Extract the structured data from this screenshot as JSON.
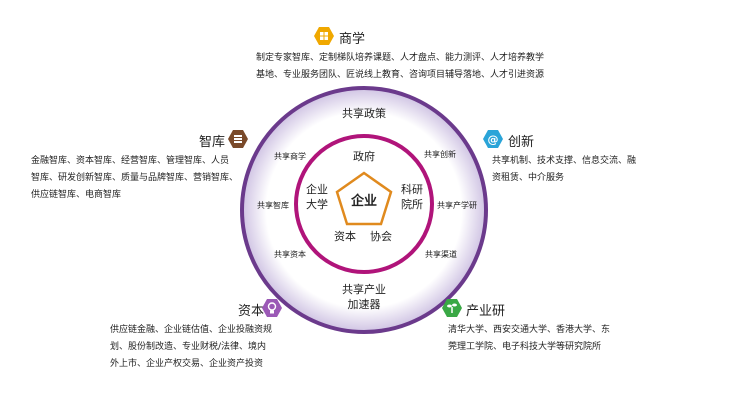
{
  "center": {
    "core": "企业",
    "inner": {
      "top": "政府",
      "left": [
        "企业",
        "大学"
      ],
      "right": [
        "科研",
        "院所"
      ],
      "bottom_left": "资本",
      "bottom_right": "协会"
    },
    "middle_ring": {
      "top": "共享商学",
      "left": "共享智库",
      "bottom_left": "共享资本",
      "top_right": "共享创新",
      "right": "共享产学研",
      "bottom_right": "共享渠道"
    },
    "outer_ring": {
      "top": "共享政策",
      "bottom": [
        "共享产业",
        "加速器"
      ]
    }
  },
  "categories": {
    "shangxue": {
      "title": "商学",
      "icon": "grid-icon",
      "color": "#f0a800",
      "lines": [
        "制定专家智库、定制梯队培养课题、人才盘点、能力测评、人才培养教学",
        "基地、专业服务团队、匠说线上教育、咨询项目辅导落地、人才引进资源"
      ]
    },
    "zhiku": {
      "title": "智库",
      "icon": "database-icon",
      "color": "#7a4a2a",
      "lines": [
        "金融智库、资本智库、经营智库、管理智库、人员",
        "智库、研发创新智库、质量与品牌智库、营销智库、",
        "供应链智库、电商智库"
      ]
    },
    "chuangxin": {
      "title": "创新",
      "icon": "at-icon",
      "color": "#2aa4d8",
      "lines": [
        "共享机制、技术支撑、信息交流、融",
        "资租赁、中介服务"
      ]
    },
    "ziben": {
      "title": "资本",
      "icon": "lightbulb-icon",
      "color": "#9b59b6",
      "lines": [
        "供应链金融、企业链估值、企业投融资规",
        "划、股份制改造、专业财税/法律、境内",
        "外上市、企业产权交易、企业资产投资"
      ]
    },
    "chanyeyan": {
      "title": "产业研",
      "icon": "plant-icon",
      "color": "#3aa845",
      "lines": [
        "清华大学、西安交通大学、香港大学、东",
        "莞理工学院、电子科技大学等研究院所"
      ]
    }
  },
  "colors": {
    "outer_ring_edge": "#6b3a8c",
    "outer_ring_fill": "#d9cfe8",
    "middle_ring": "#b0147a",
    "pentagon": "#e08a1e"
  }
}
